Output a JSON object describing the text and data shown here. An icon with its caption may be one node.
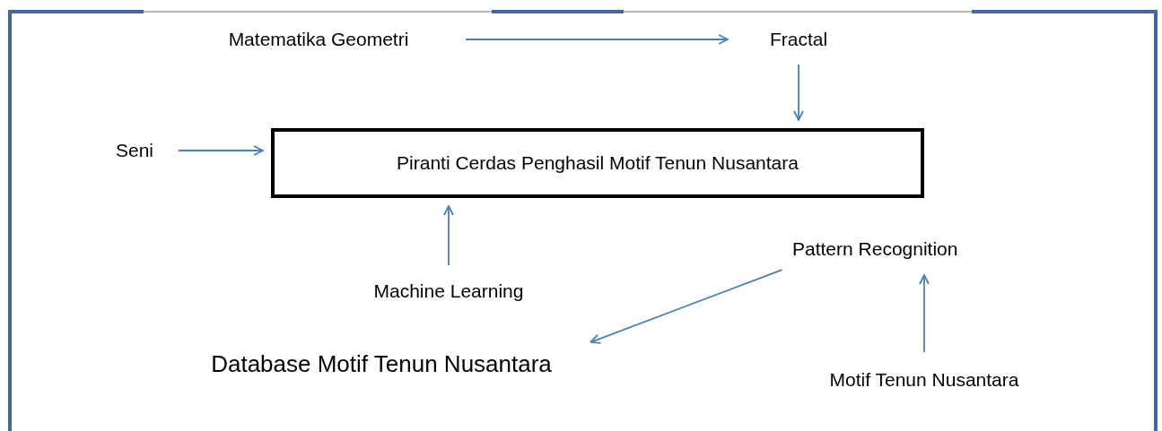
{
  "diagram": {
    "nodes": [
      {
        "text": [
          "Matematika Geometri"
        ]
      },
      {
        "text": [
          "Fractal"
        ]
      },
      {
        "text": [
          "Seni"
        ]
      },
      {
        "text": [
          "Piranti Cerdas Penghasil Motif Tenun Nusantara"
        ]
      },
      {
        "text": [
          "Machine Learning"
        ]
      },
      {
        "text": [
          "Pattern Recognition"
        ]
      },
      {
        "text": [
          "Database Motif Tenun Nusantara"
        ]
      },
      {
        "text": [
          "Motif Tenun Nusantara"
        ]
      }
    ],
    "edges": [
      {
        "from": 0,
        "to": 1,
        "arrow": "to"
      },
      {
        "from": 1,
        "to": 3,
        "arrow": "to"
      },
      {
        "from": 2,
        "to": 3,
        "arrow": "to"
      },
      {
        "from": 4,
        "to": 3,
        "arrow": "to"
      },
      {
        "from": 5,
        "to": 6,
        "arrow": "to"
      },
      {
        "from": 7,
        "to": 5,
        "arrow": "to"
      }
    ]
  }
}
